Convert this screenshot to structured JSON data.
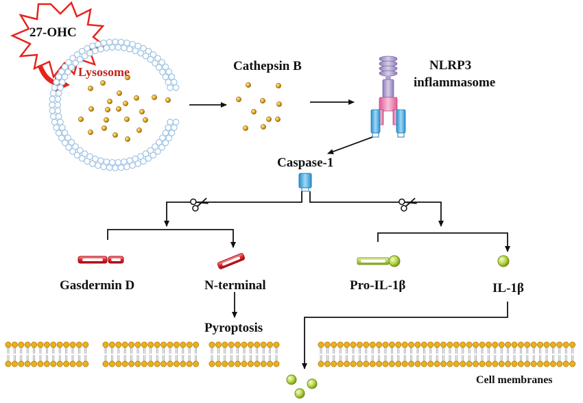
{
  "labels": {
    "oxysterol": "27-OHC",
    "lysosome": "Lysosome",
    "cathepsin": "Cathepsin B",
    "nlrp3_line1": "NLRP3",
    "nlrp3_line2": "inflammasome",
    "caspase": "Caspase-1",
    "gasdermin": "Gasdermin D",
    "n_terminal": "N-terminal",
    "pro_il1b": "Pro-IL-1β",
    "il1b": "IL-1β",
    "pyroptosis": "Pyroptosis",
    "membranes": "Cell membranes"
  },
  "colors": {
    "burst_stroke": "#e8221c",
    "lysosome_text": "#c0241c",
    "vesicle_bead": "#bcd6ec",
    "granule": "#d79a12",
    "gasdermin_red": "#e0202a",
    "caspase_blue": "#4aa8dc",
    "nlrp3_pink": "#e879a8",
    "nlrp3_purple": "#a394c4",
    "il1b_green": "#a6c832",
    "lipid_head": "#e8b21a",
    "lipid_head_rim": "#b06a00"
  }
}
